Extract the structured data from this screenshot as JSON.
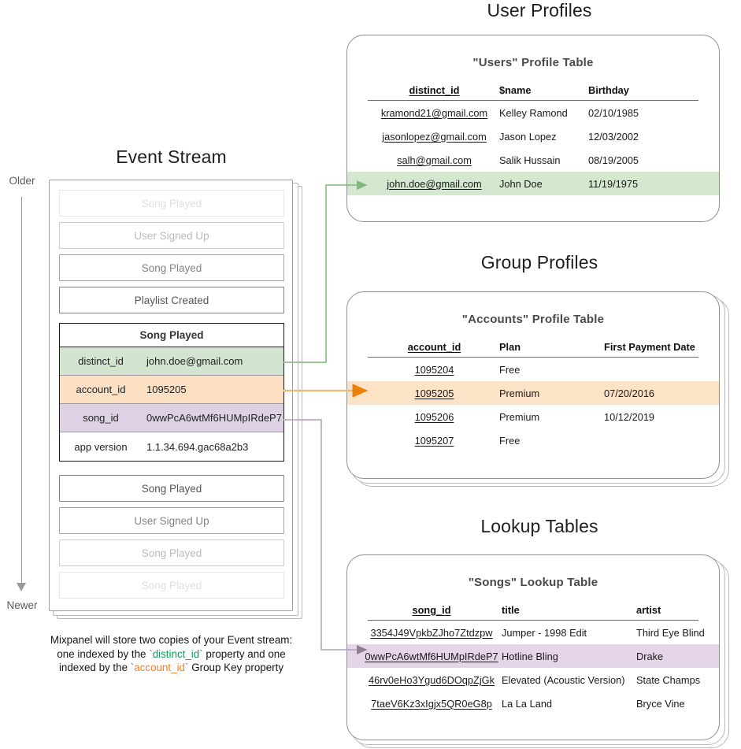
{
  "colors": {
    "green": "#7fb87a",
    "orange": "#e8a33d",
    "purple": "#b79cc0",
    "green_row": "#d4e8d0",
    "orange_row": "#fce2c6",
    "purple_row": "#e4d6e8",
    "caption_green": "#0f9d58",
    "caption_orange": "#f58220"
  },
  "event_stream": {
    "heading": "Event Stream",
    "timeline": {
      "older_label": "Older",
      "newer_label": "Newer"
    },
    "events_before": [
      {
        "label": "Song Played"
      },
      {
        "label": "User Signed Up"
      },
      {
        "label": "Song Played"
      },
      {
        "label": "Playlist Created"
      }
    ],
    "main_event": {
      "title": "Song Played",
      "properties": [
        {
          "key": "distinct_id",
          "value": "john.doe@gmail.com",
          "highlight": "green"
        },
        {
          "key": "account_id",
          "value": "1095205",
          "highlight": "orange"
        },
        {
          "key": "song_id",
          "value": "0wwPcA6wtMf6HUMpIRdeP7",
          "highlight": "purple"
        },
        {
          "key": "app version",
          "value": "1.1.34.694.gac68a2b3",
          "highlight": "none"
        }
      ]
    },
    "events_after": [
      {
        "label": "Song Played"
      },
      {
        "label": "User Signed Up"
      },
      {
        "label": "Song Played"
      },
      {
        "label": "Song Played"
      }
    ],
    "caption": {
      "line1": "Mixpanel will store two copies of your Event stream:",
      "line2_a": "one indexed by the ",
      "line2_token": "distinct_id",
      "line2_b": " property and one",
      "line3_a": "indexed by the ",
      "line3_token": "account_id",
      "line3_b": " Group Key property"
    }
  },
  "user_profiles": {
    "heading": "User Profiles",
    "table_title": "\"Users\" Profile Table",
    "columns": [
      "distinct_id",
      "$name",
      "Birthday"
    ],
    "rows": [
      {
        "distinct_id": "kramond21@gmail.com",
        "name": "Kelley Ramond",
        "birthday": "02/10/1985",
        "highlight": false
      },
      {
        "distinct_id": "jasonlopez@gmail.com",
        "name": "Jason Lopez",
        "birthday": "12/03/2002",
        "highlight": false
      },
      {
        "distinct_id": "salh@gmail.com",
        "name": "Salik Hussain",
        "birthday": "08/19/2005",
        "highlight": false
      },
      {
        "distinct_id": "john.doe@gmail.com",
        "name": "John Doe",
        "birthday": "11/19/1975",
        "highlight": true
      }
    ]
  },
  "group_profiles": {
    "heading": "Group Profiles",
    "table_title": "\"Accounts\" Profile Table",
    "columns": [
      "account_id",
      "Plan",
      "First Payment Date"
    ],
    "rows": [
      {
        "account_id": "1095204",
        "plan": "Free",
        "first_payment_date": "",
        "highlight": false
      },
      {
        "account_id": "1095205",
        "plan": "Premium",
        "first_payment_date": "07/20/2016",
        "highlight": true
      },
      {
        "account_id": "1095206",
        "plan": "Premium",
        "first_payment_date": "10/12/2019",
        "highlight": false
      },
      {
        "account_id": "1095207",
        "plan": "Free",
        "first_payment_date": "",
        "highlight": false
      }
    ]
  },
  "lookup_tables": {
    "heading": "Lookup Tables",
    "table_title": "\"Songs\" Lookup Table",
    "columns": [
      "song_id",
      "title",
      "artist"
    ],
    "rows": [
      {
        "song_id": "3354J49VpkbZJho7Ztdzpw",
        "title": "Jumper - 1998 Edit",
        "artist": "Third Eye Blind",
        "highlight": false
      },
      {
        "song_id": "0wwPcA6wtMf6HUMpIRdeP7",
        "title": "Hotline Bling",
        "artist": "Drake",
        "highlight": true
      },
      {
        "song_id": "46rv0eHo3Ygud6DOqpZjGk",
        "title": "Elevated (Acoustic Version)",
        "artist": "State Champs",
        "highlight": false
      },
      {
        "song_id": "7taeV6Kz3xIgjx5QR0eG8p",
        "title": "La La Land",
        "artist": "Bryce Vine",
        "highlight": false
      }
    ]
  }
}
